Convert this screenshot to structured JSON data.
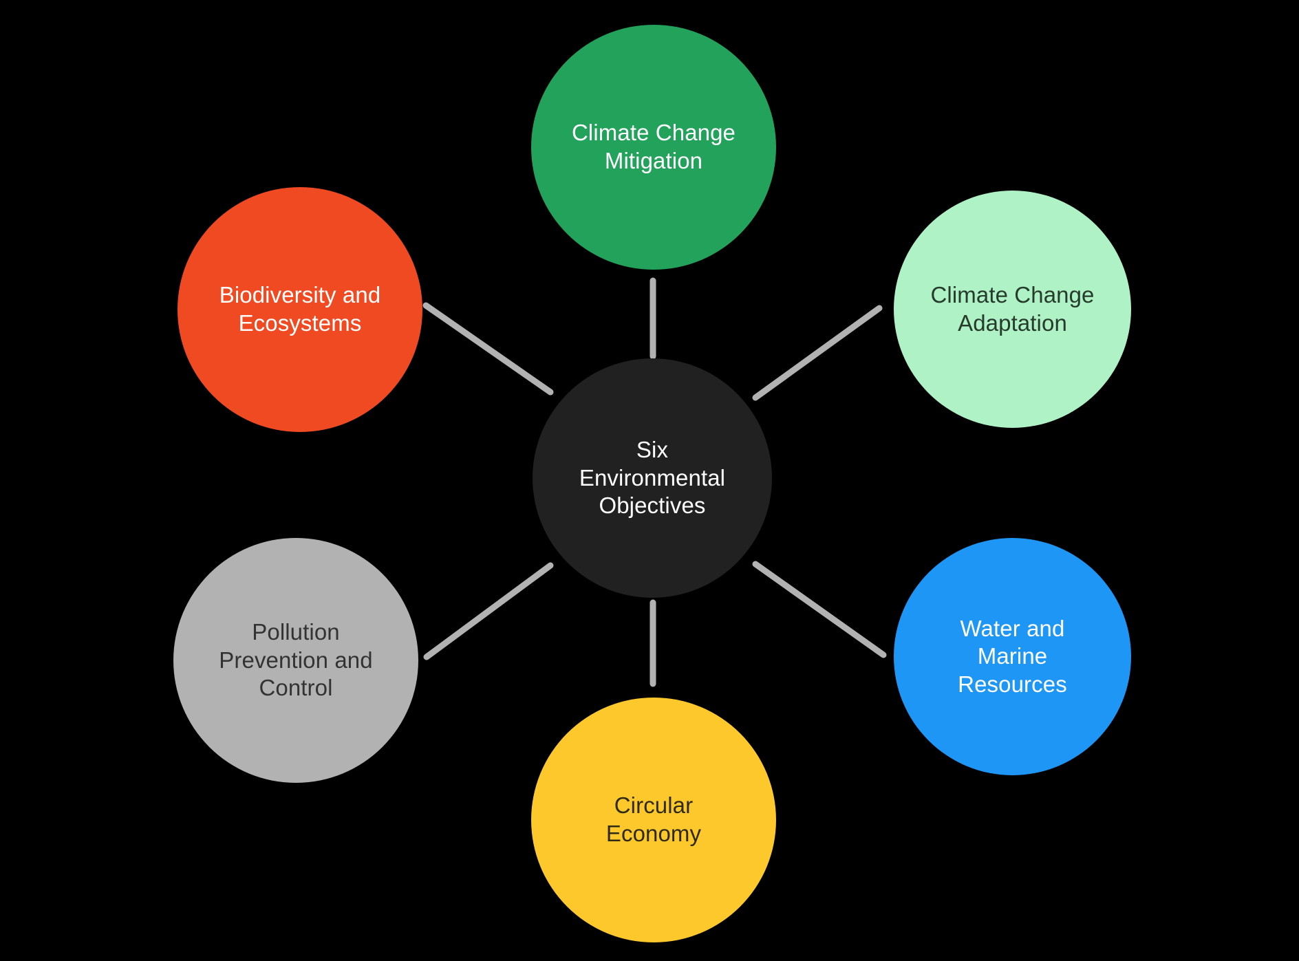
{
  "diagram": {
    "type": "hub-and-spoke",
    "background_color": "#000000",
    "edge_color": "#B2B2B2",
    "center": {
      "id": "center",
      "label": "Six\nEnvironmental\nObjectives",
      "fill_color": "#212121",
      "text_color": "#FFFFFF"
    },
    "nodes": [
      {
        "id": "mitigation",
        "label": "Climate Change\nMitigation",
        "fill_color": "#22A25A",
        "text_color": "#FFFFFF",
        "position": "top"
      },
      {
        "id": "adaptation",
        "label": "Climate Change\nAdaptation",
        "fill_color": "#AFF2C6",
        "text_color": "#263B2C",
        "position": "upper-right"
      },
      {
        "id": "water",
        "label": "Water and\nMarine\nResources",
        "fill_color": "#1E96F5",
        "text_color": "#FFFFFF",
        "position": "lower-right"
      },
      {
        "id": "circular",
        "label": "Circular\nEconomy",
        "fill_color": "#FCC82C",
        "text_color": "#2E2A16",
        "position": "bottom"
      },
      {
        "id": "pollution",
        "label": "Pollution\nPrevention and\nControl",
        "fill_color": "#B2B2B2",
        "text_color": "#333333",
        "position": "lower-left"
      },
      {
        "id": "biodiversity",
        "label": "Biodiversity and\nEcosystems",
        "fill_color": "#F04A23",
        "text_color": "#FFFFFF",
        "position": "upper-left"
      }
    ]
  }
}
